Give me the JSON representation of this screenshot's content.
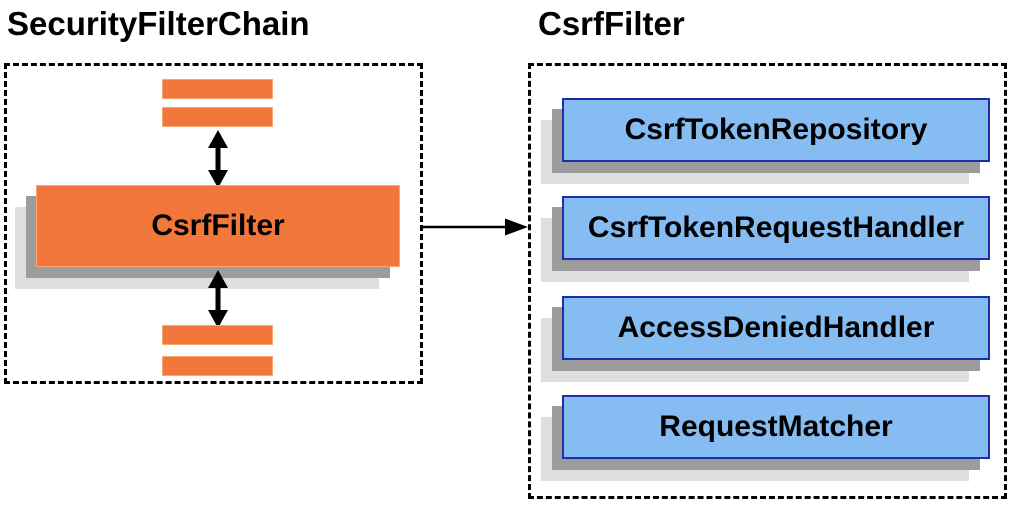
{
  "left_panel": {
    "title": "SecurityFilterChain",
    "main_box_label": "CsrfFilter"
  },
  "right_panel": {
    "title": "CsrfFilter",
    "components": [
      {
        "label": "CsrfTokenRepository"
      },
      {
        "label": "CsrfTokenRequestHandler"
      },
      {
        "label": "AccessDeniedHandler"
      },
      {
        "label": "RequestMatcher"
      }
    ]
  },
  "icons": {
    "vertical_connector": "double-arrow-icon",
    "panel_connector": "arrow-right-icon"
  },
  "colors": {
    "orange": "#f2773b",
    "orange_edge": "#f9a572",
    "blue_fill": "#85bcf2",
    "blue_border": "#1d2fa5",
    "shadow_mid": "#9c9c9c",
    "shadow_light": "#dedede",
    "line": "#000000",
    "bg": "#ffffff"
  }
}
